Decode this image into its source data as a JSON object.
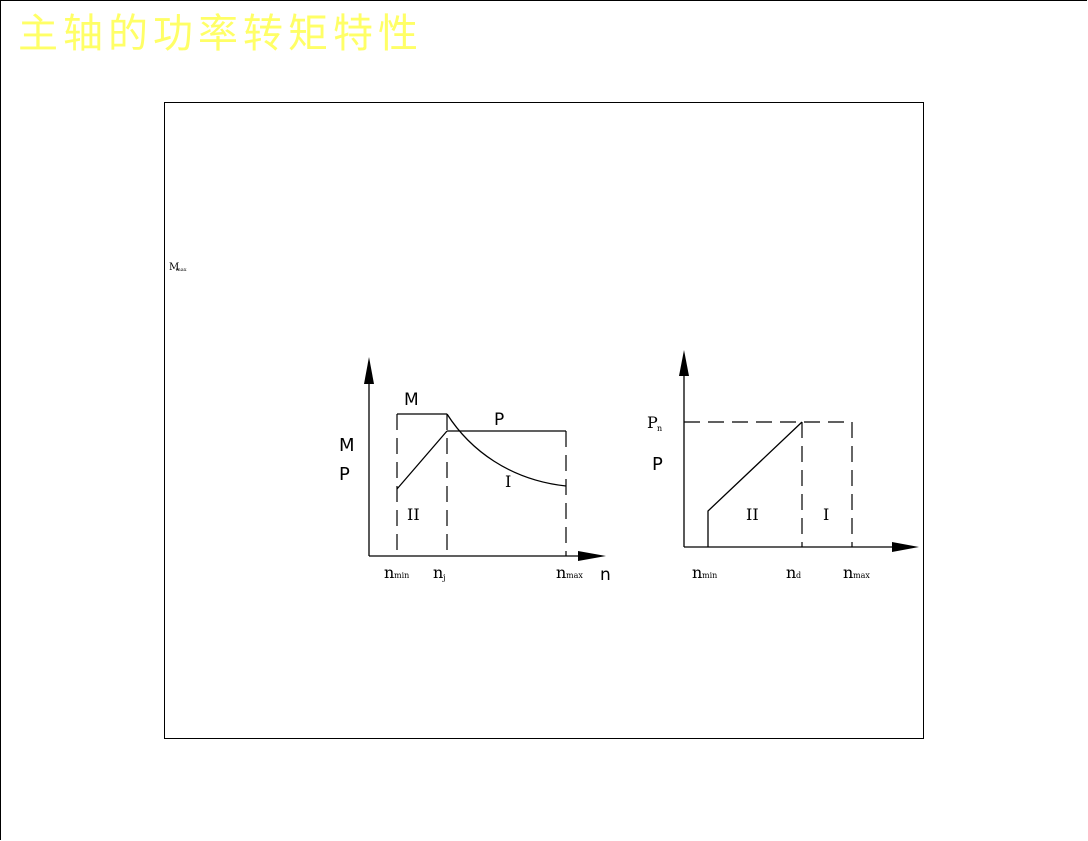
{
  "title": "主轴的功率转矩特性",
  "colors": {
    "title": "#ffff66",
    "lines": "#000000",
    "background": "#ffffff"
  },
  "stray_label": {
    "main": "M",
    "sub": "max"
  },
  "left_diagram": {
    "y_axis_labels": [
      "M",
      "P"
    ],
    "curve_labels": {
      "torque": "M",
      "power": "P",
      "region_constant_power": "I",
      "region_constant_torque": "II"
    },
    "x_ticks": [
      {
        "main": "n",
        "sub": "min"
      },
      {
        "main": "n",
        "sub": "j"
      },
      {
        "main": "n",
        "sub": "max"
      }
    ],
    "x_axis_label": "n"
  },
  "right_diagram": {
    "y_axis_labels": [
      {
        "main": "P",
        "sub": "n"
      },
      {
        "main": "P",
        "sub": ""
      }
    ],
    "region_labels": {
      "region_constant_torque": "II",
      "region_constant_power": "I"
    },
    "x_ticks": [
      {
        "main": "n",
        "sub": "min"
      },
      {
        "main": "n",
        "sub": "d"
      },
      {
        "main": "n",
        "sub": "max"
      }
    ]
  }
}
